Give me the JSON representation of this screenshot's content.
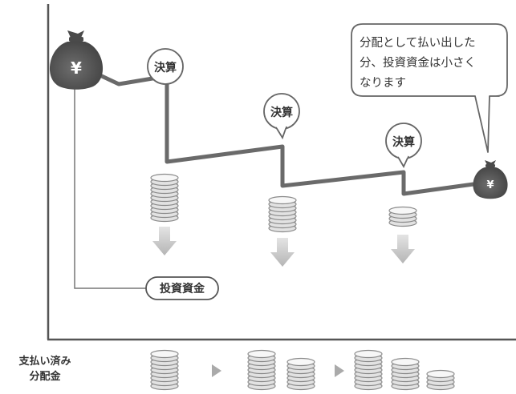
{
  "labels": {
    "settlement": "決算",
    "investment_principal": "投資資金",
    "paid_distributions_line1": "支払い済み",
    "paid_distributions_line2": "分配金",
    "callout_line1": "分配として払い出した",
    "callout_line2": "分、投資資金は小さく",
    "callout_line3": "なります",
    "yen": "¥"
  },
  "colors": {
    "bag": "#555555",
    "line": "#6a6a6a",
    "axis": "#555555",
    "arrow": "#bdbdbd",
    "coin_stroke": "#888888",
    "coin_fill": "#eeeeee"
  }
}
